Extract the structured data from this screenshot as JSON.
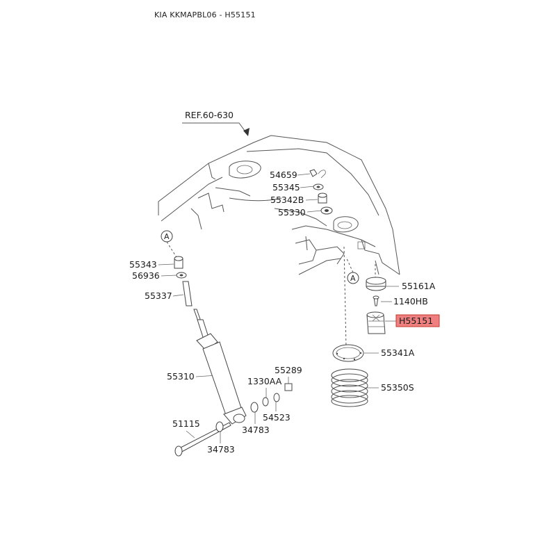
{
  "page_title": "KIA KKMAPBL06 - H55151",
  "diagram": {
    "ref_label": "REF.60-630",
    "callout_letter": "A",
    "highlighted_part": "H55151",
    "highlight_color": "#f08080",
    "parts": {
      "p54659": "54659",
      "p55345": "55345",
      "p55342B": "55342B",
      "p55330": "55330",
      "p55343": "55343",
      "p56936": "56936",
      "p55337": "55337",
      "p55310": "55310",
      "p1330AA": "1330AA",
      "p55289": "55289",
      "p54523": "54523",
      "p34783a": "34783",
      "p51115": "51115",
      "p34783b": "34783",
      "p55161A": "55161A",
      "p1140HB": "1140HB",
      "pH55151": "H55151",
      "p55341A": "55341A",
      "p55350S": "55350S"
    }
  }
}
